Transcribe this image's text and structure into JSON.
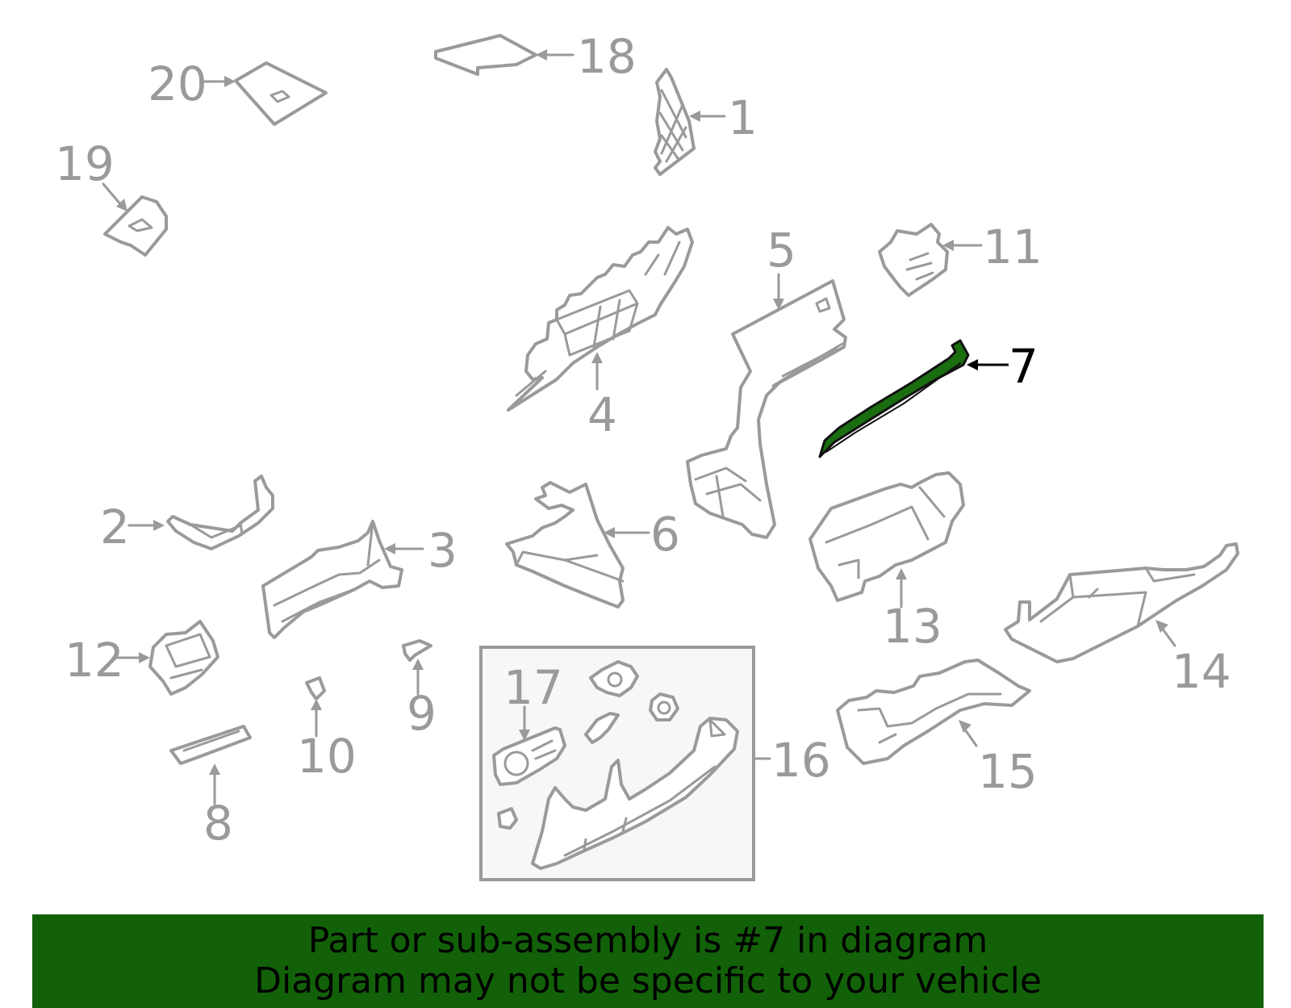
{
  "diagram": {
    "highlight_color": "#1a6e10",
    "callouts": {
      "c1": "1",
      "c2": "2",
      "c3": "3",
      "c4": "4",
      "c5": "5",
      "c6": "6",
      "c7": "7",
      "c8": "8",
      "c9": "9",
      "c10": "10",
      "c11": "11",
      "c12": "12",
      "c13": "13",
      "c14": "14",
      "c15": "15",
      "c16": "16",
      "c17": "17",
      "c18": "18",
      "c19": "19",
      "c20": "20"
    },
    "highlighted_part": "7"
  },
  "banner": {
    "line1": "Part or sub-assembly is #7 in diagram",
    "line2": "Diagram may not be specific to your vehicle",
    "background": "#126108"
  }
}
